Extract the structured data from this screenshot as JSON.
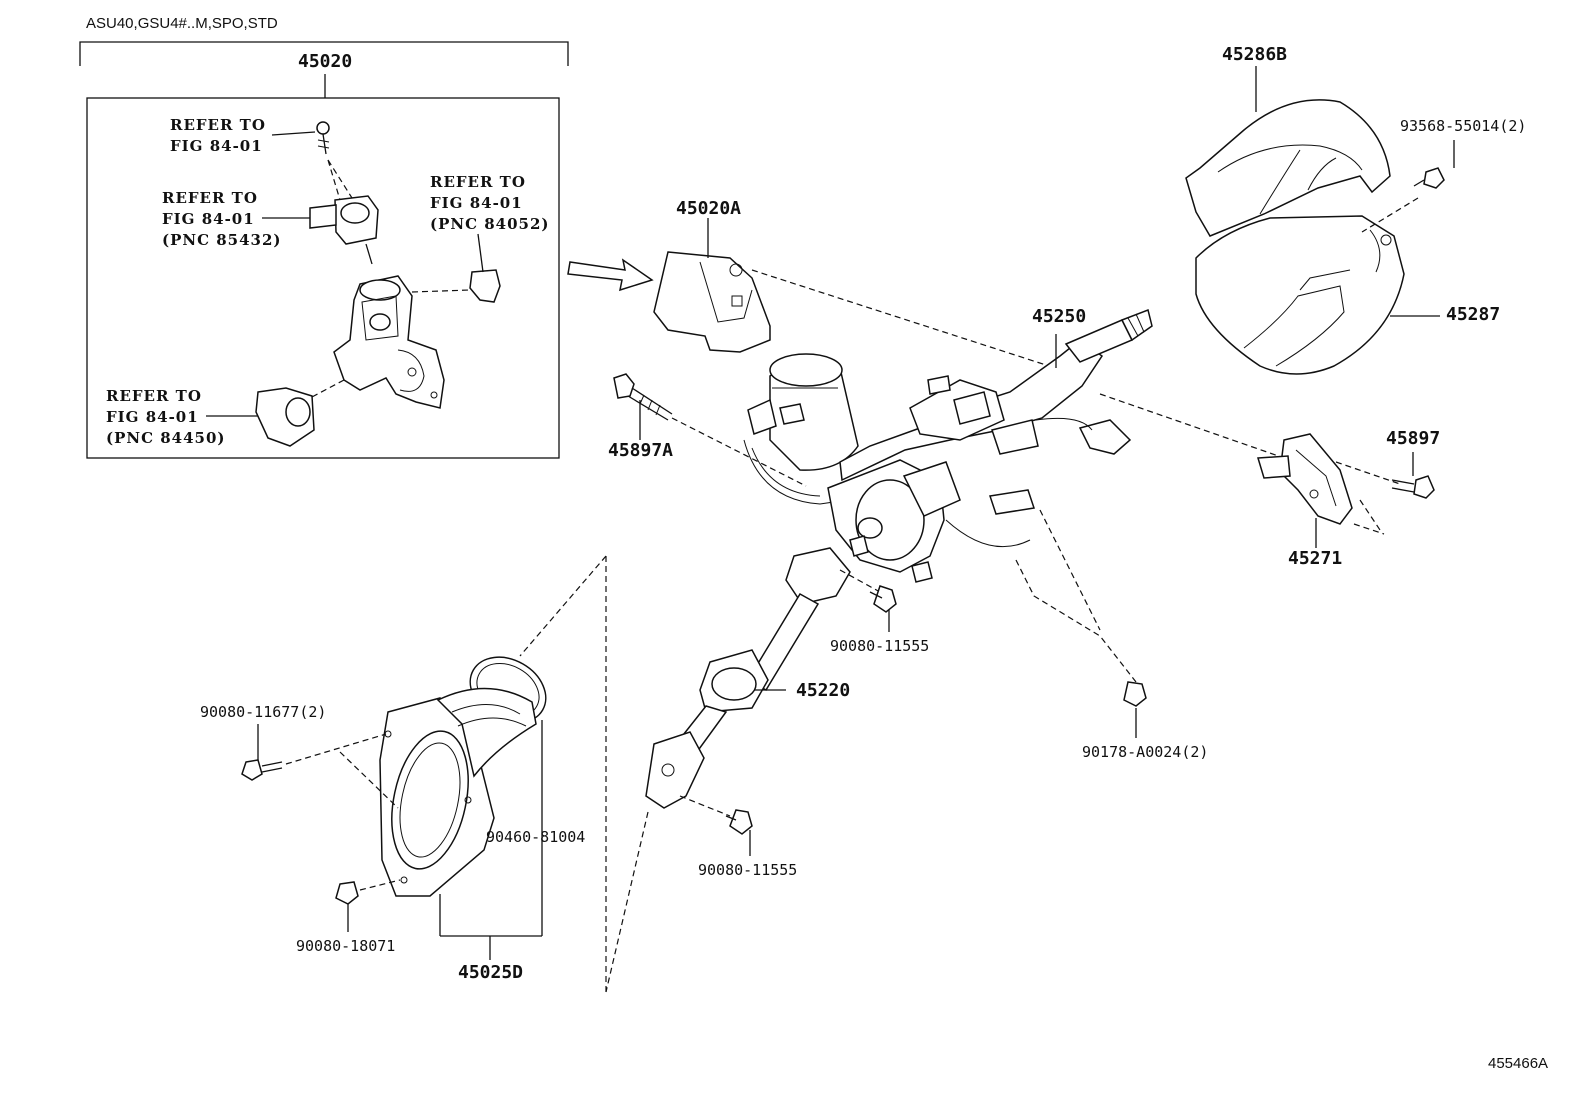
{
  "header": {
    "model_note": "ASU40,GSU4#..M,SPO,STD"
  },
  "figure_id": "455466A",
  "group": {
    "number": "45020",
    "refs": [
      {
        "line1": "REFER TO",
        "line2": "FIG 84-01",
        "line3": ""
      },
      {
        "line1": "REFER TO",
        "line2": "FIG 84-01",
        "line3": "(PNC 85432)"
      },
      {
        "line1": "REFER TO",
        "line2": "FIG 84-01",
        "line3": "(PNC 84052)"
      },
      {
        "line1": "REFER TO",
        "line2": "FIG 84-01",
        "line3": "(PNC 84450)"
      }
    ]
  },
  "parts": {
    "p45020A": "45020A",
    "p45897A": "45897A",
    "p45250": "45250",
    "p45286B": "45286B",
    "p93568": "93568-55014(2)",
    "p45287": "45287",
    "p45897": "45897",
    "p45271": "45271",
    "p90080_11555_a": "90080-11555",
    "p45220": "45220",
    "p90178": "90178-A0024(2)",
    "p90080_11555_b": "90080-11555",
    "p90080_11677": "90080-11677(2)",
    "p90460": "90460-81004",
    "p90080_18071": "90080-18071",
    "p45025D": "45025D"
  }
}
